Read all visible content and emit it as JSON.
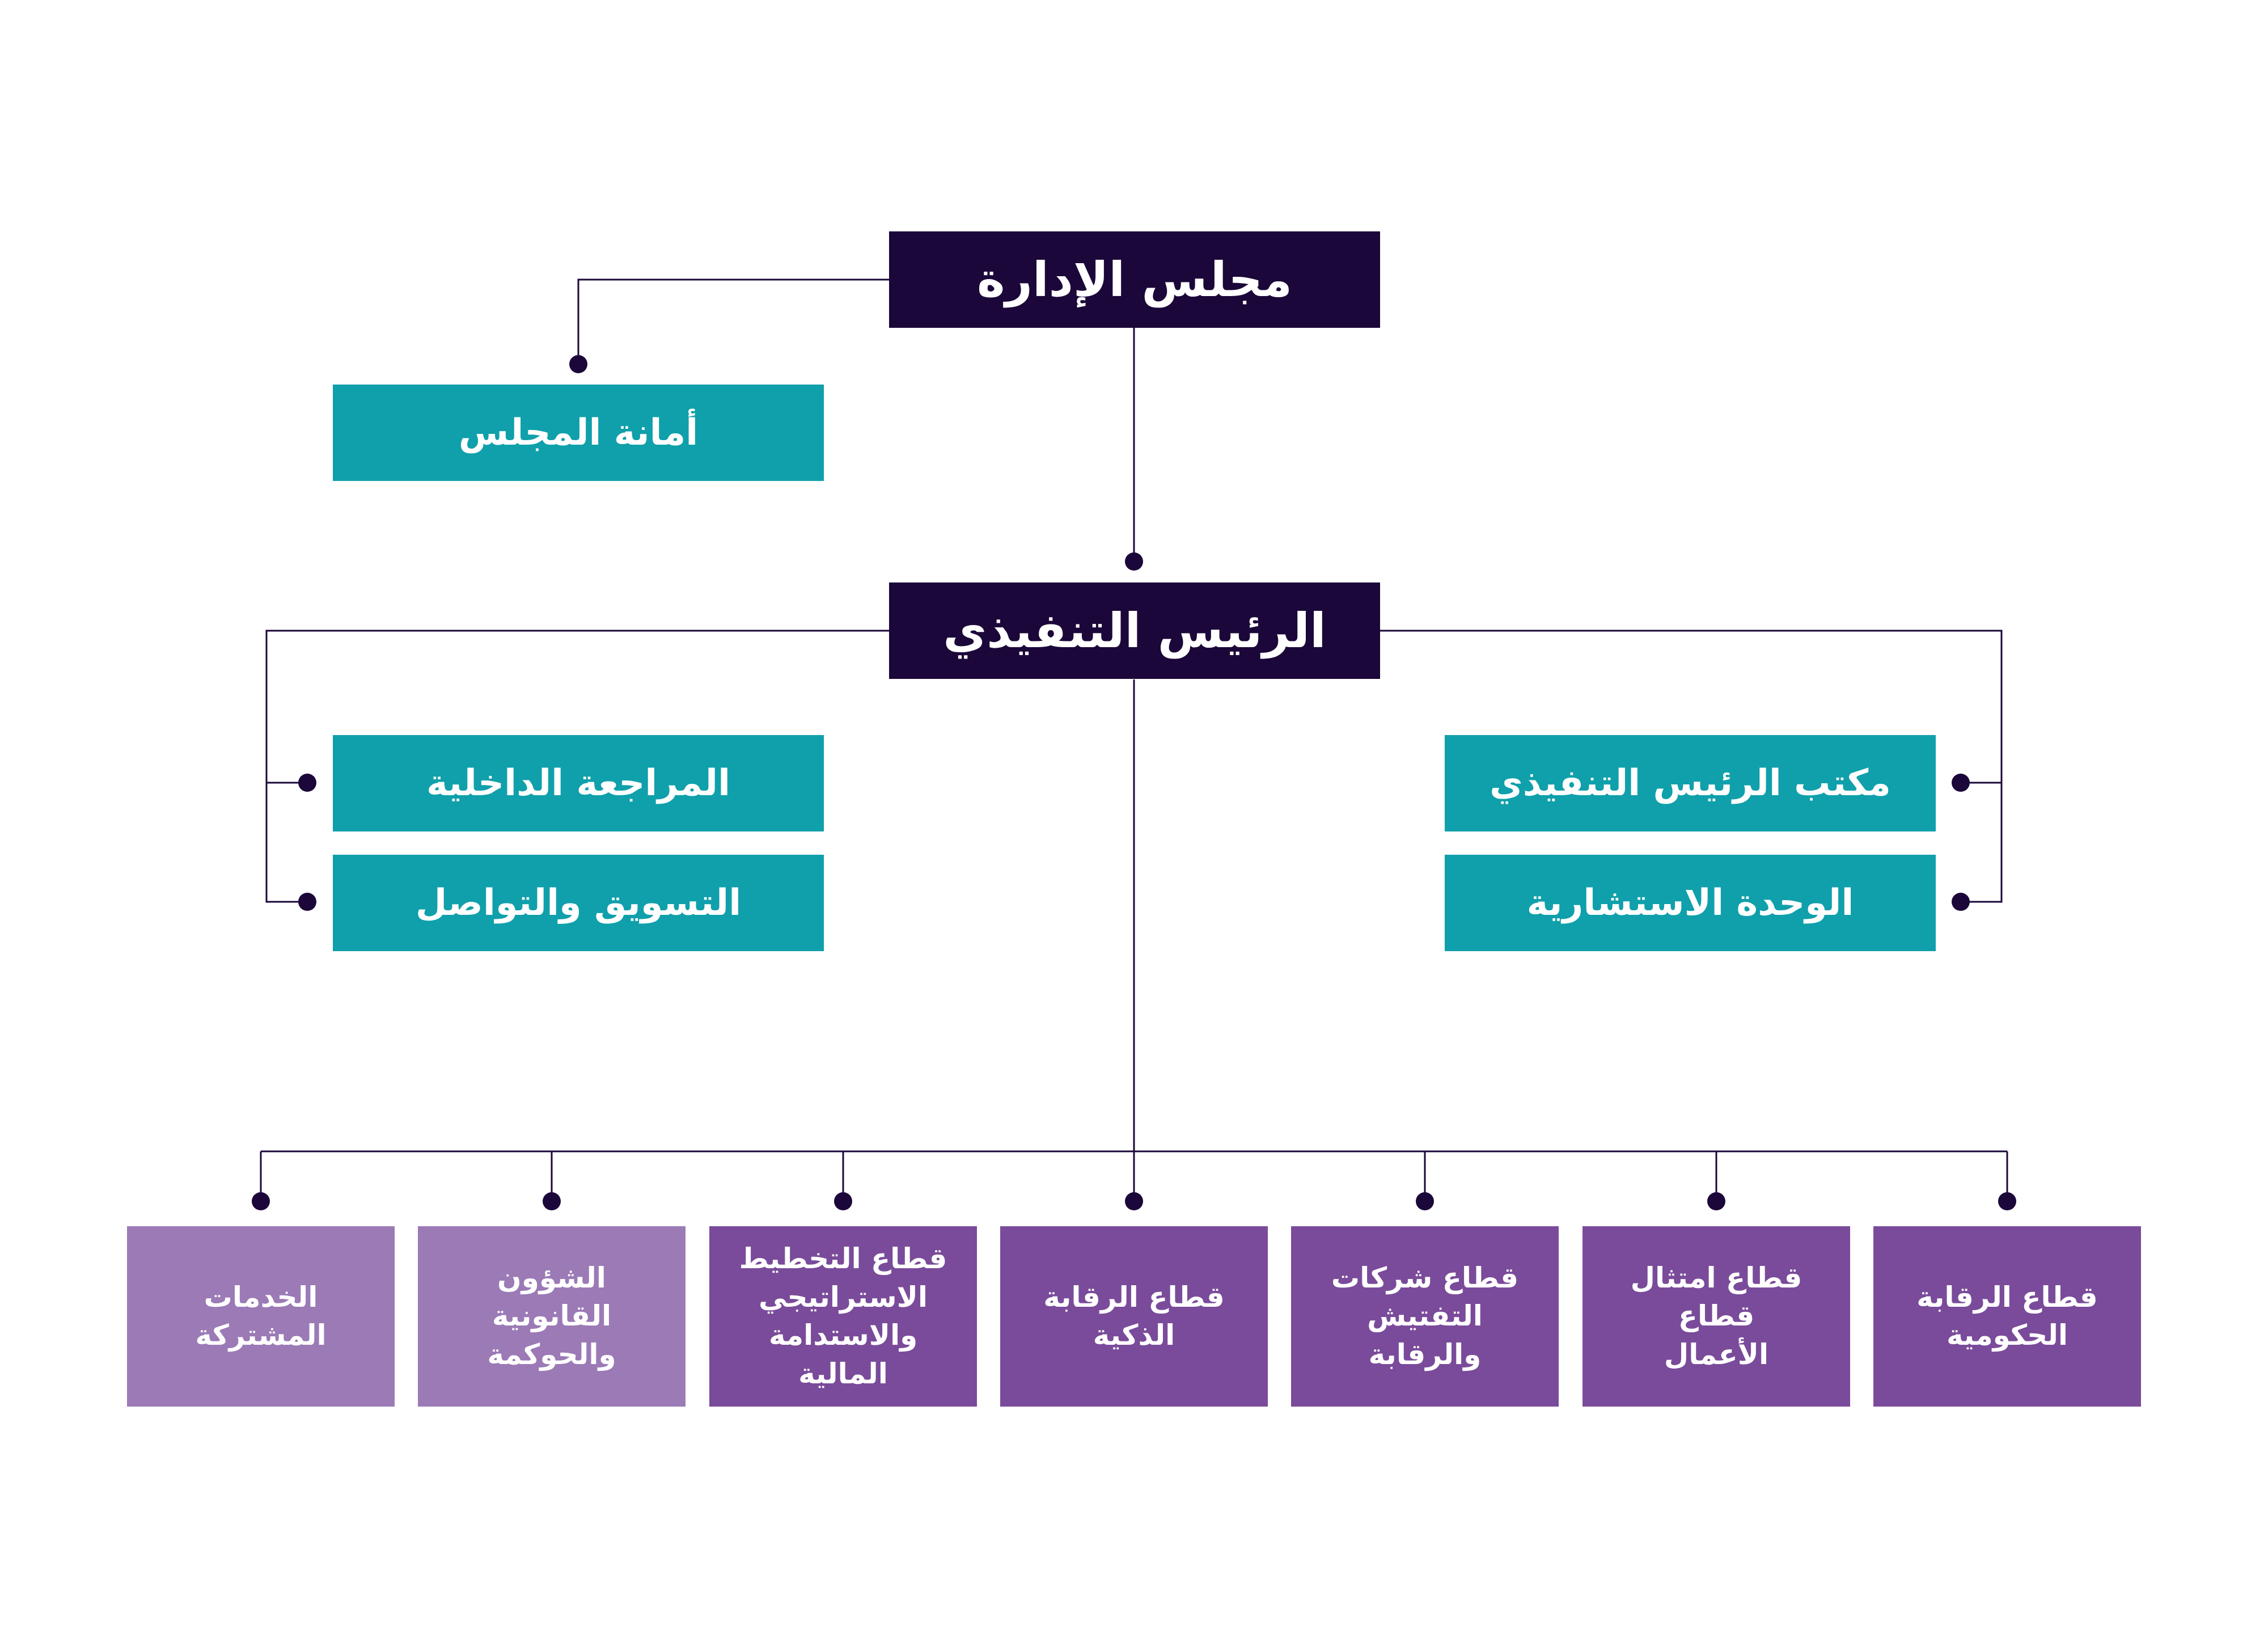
{
  "chart": {
    "board": "مجلس الإدارة",
    "board_secretariat": "أمانة المجلس",
    "ceo": "الرئيس التنفيذي",
    "ceo_office": "مكتب الرئيس التنفيذي",
    "advisory_unit": "الوحدة الاستشارية",
    "internal_audit": "المراجعة الداخلية",
    "marketing": "التسويق والتواصل",
    "sectors": [
      "قطاع الرقابة\nالحكومية",
      "قطاع امتثال قطاع\nالأعمال",
      "قطاع شركات\nالتفتيش والرقابة",
      "قطاع الرقابة\nالذكية",
      "قطاع التخطيط\nالاستراتيجي\nوالاستدامة المالية",
      "الشؤون القانونية\nوالحوكمة",
      "الخدمات\nالمشتركة"
    ]
  },
  "colors": {
    "dark": "#1b0739",
    "teal": "#0fa0ab",
    "purple": "#7a4b9a",
    "lavender": "#9b7ab6",
    "line": "#1b0739"
  }
}
